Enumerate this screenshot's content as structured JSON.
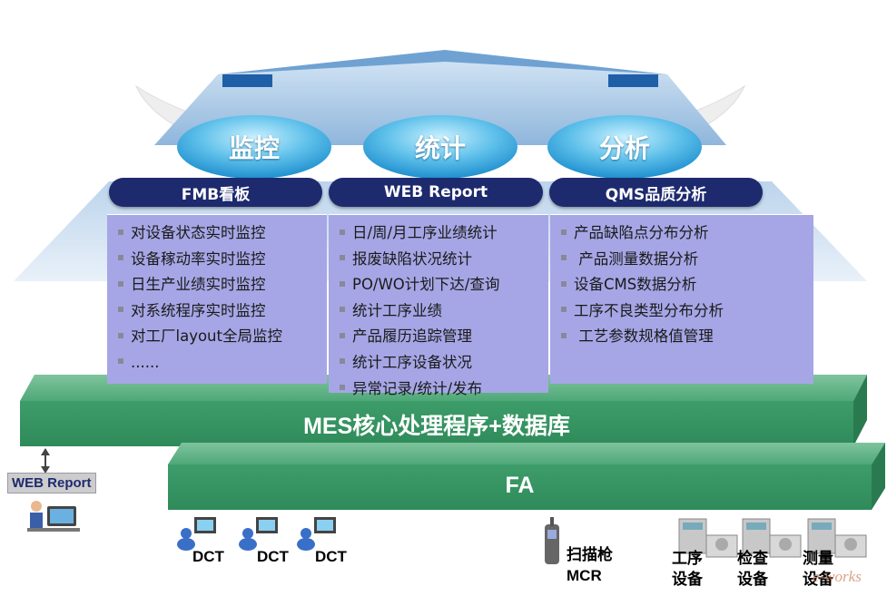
{
  "diagram": {
    "categories": [
      {
        "bubble": "监控",
        "header": "FMB看板",
        "items": [
          "对设备状态实时监控",
          "设备稼动率实时监控",
          "日生产业绩实时监控",
          "对系统程序实时监控",
          "对工厂layout全局监控",
          "......"
        ]
      },
      {
        "bubble": "统计",
        "header": "WEB Report",
        "items": [
          "日/周/月工序业绩统计",
          "报废缺陷状况统计",
          "PO/WO计划下达/查询",
          "统计工序业绩",
          "产品履历追踪管理",
          "统计工序设备状况",
          "异常记录/统计/发布"
        ]
      },
      {
        "bubble": "分析",
        "header": "QMS品质分析",
        "items": [
          "产品缺陷点分布分析",
          " 产品测量数据分析",
          "设备CMS数据分析",
          "工序不良类型分布分析",
          " 工艺参数规格值管理"
        ]
      }
    ],
    "core_layer": "MES核心处理程序+数据库",
    "fa_layer": "FA",
    "side_badge": "WEB Report",
    "devices": {
      "dct": [
        "DCT",
        "DCT",
        "DCT"
      ],
      "scanner": [
        "扫描枪",
        "MCR"
      ],
      "equipment": [
        [
          "工序",
          "设备"
        ],
        [
          "检查",
          "设备"
        ],
        [
          "测量",
          "设备"
        ]
      ]
    },
    "watermark": "e-works",
    "colors": {
      "header_bg": "#1e2a6e",
      "panel_bg": "#a6a6e6",
      "bar_green": "#3a9a68",
      "roof_blue": "#a8c8e6"
    }
  }
}
